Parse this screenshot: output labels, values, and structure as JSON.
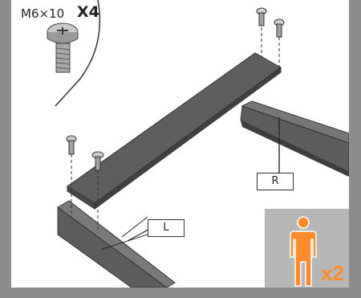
{
  "screw": {
    "size_label": "M6×10",
    "quantity_label": "X4",
    "icon": "hex-socket-screw-icon"
  },
  "parts": {
    "right_label": "R",
    "left_label": "L"
  },
  "people": {
    "count_label": "x2",
    "icon": "person-icon",
    "color": "#ff8a2a"
  },
  "colors": {
    "background": "#8c8c8c",
    "beam": "#5a5a5a",
    "box": "#b7b7b7"
  }
}
